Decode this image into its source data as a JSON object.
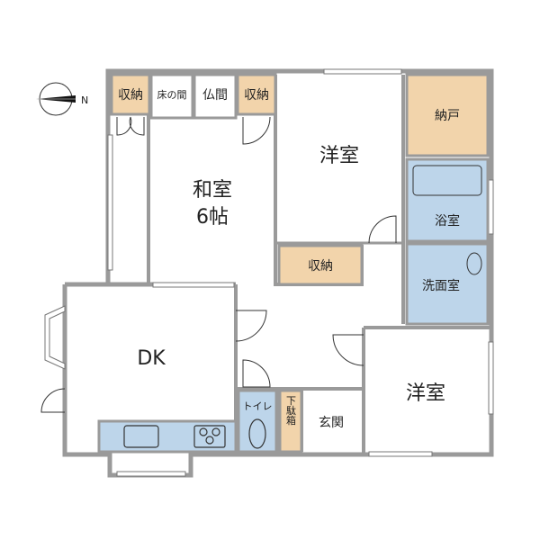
{
  "compass": {
    "label": "N"
  },
  "rooms": {
    "storage_1": "収納",
    "tokonoma": "床の間",
    "butsuma": "仏間",
    "storage_2": "収納",
    "western_room_1": "洋室",
    "nando": "納戸",
    "washitsu": "和室",
    "washitsu_size": "6帖",
    "bathroom": "浴室",
    "storage_3": "収納",
    "washroom": "洗面室",
    "dk": "DK",
    "toilet": "トイレ",
    "shoe_cabinet": "下駄箱",
    "entrance": "玄関",
    "western_room_2": "洋室"
  },
  "colors": {
    "storage": "#f2d4ab",
    "wet_area": "#bdd5ea",
    "wall": "#9a9a9a"
  }
}
